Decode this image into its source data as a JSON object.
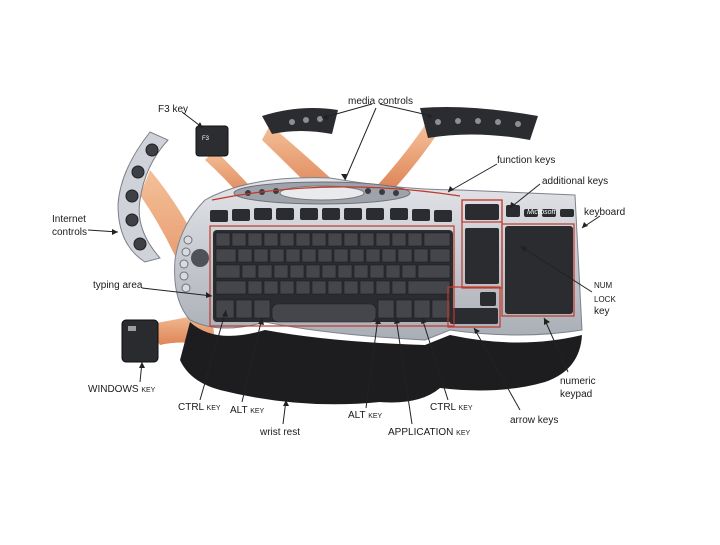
{
  "labels": {
    "f3_key": "F3 key",
    "media_controls": "media controls",
    "function_keys": "function keys",
    "additional_keys": "additional keys",
    "keyboard": "keyboard",
    "internet_controls_1": "Internet",
    "internet_controls_2": "controls",
    "typing_area": "typing area",
    "num_lock_1": "NUM",
    "num_lock_2": "LOCK",
    "num_lock_3": "key",
    "windows_key": "WINDOWS key",
    "ctrl_key_left": "CTRL key",
    "alt_key_left": "ALT key",
    "wrist_rest": "wrist rest",
    "alt_key_right": "ALT key",
    "application_key": "APPLICATION key",
    "ctrl_key_right": "CTRL key",
    "arrow_keys": "arrow keys",
    "numeric_keypad_1": "numeric",
    "numeric_keypad_2": "keypad"
  },
  "brand": "Microsoft",
  "colors": {
    "body": "#c9ccd2",
    "keys": "#2b2c30",
    "wrist": "#1d1d20",
    "swoosh": "#e0894f",
    "outline": "#c0392b"
  }
}
